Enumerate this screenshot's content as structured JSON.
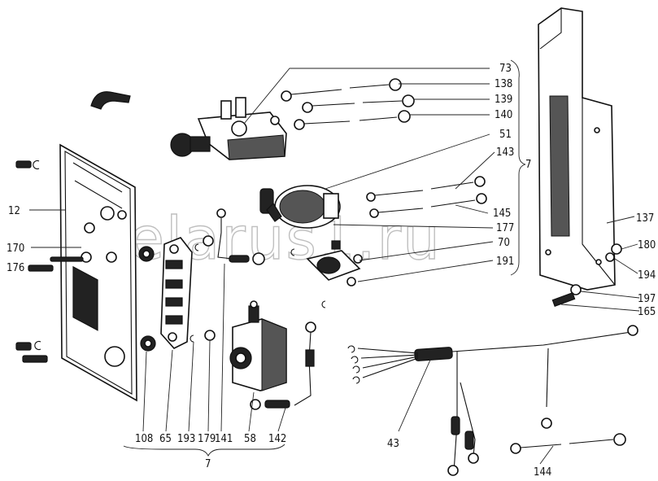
{
  "watermark": "belarus1.ru",
  "callouts": {
    "n12": "12",
    "n170": "170",
    "n176": "176",
    "n73": "73",
    "n138": "138",
    "n139": "139",
    "n140": "140",
    "n51": "51",
    "n143": "143",
    "n7_right": "7",
    "n145": "145",
    "n177": "177",
    "n70": "70",
    "n191": "191",
    "n137": "137",
    "n180": "180",
    "n194": "194",
    "n197": "197",
    "n165": "165",
    "n108": "108",
    "n65": "65",
    "n193": "193",
    "n179": "179",
    "n141": "141",
    "n58": "58",
    "n142": "142",
    "n7_bottom": "7",
    "n43": "43",
    "n144": "144"
  },
  "icons": {
    "mounting_plate": "mounting-plate-icon",
    "bracket": "bracket-icon",
    "switch": "switch-icon",
    "terminal_block": "terminal-block-icon",
    "wiring_harness": "wiring-harness-icon"
  }
}
